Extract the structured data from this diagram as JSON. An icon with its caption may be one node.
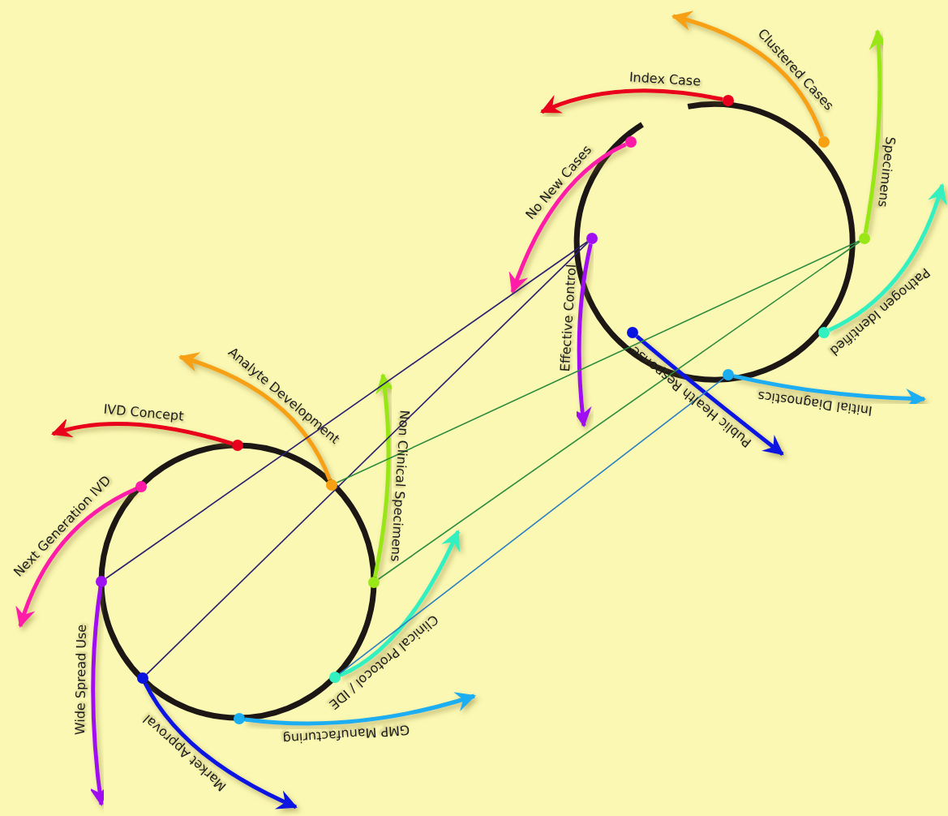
{
  "diagram": {
    "nodes": [
      {
        "text": [
          "IVD Concept"
        ]
      },
      {
        "text": [
          "Next Generation IVD"
        ]
      },
      {
        "text": [
          "Analyte Development"
        ]
      },
      {
        "text": [
          "Non Clinical Specimens"
        ]
      },
      {
        "text": [
          "Wide Spread Use"
        ]
      },
      {
        "text": [
          "Market Approval"
        ]
      },
      {
        "text": [
          "Clinical Protocol / IDE"
        ]
      },
      {
        "text": [
          "GMP Manufacturing"
        ]
      },
      {
        "text": [
          "Index Case"
        ]
      },
      {
        "text": [
          "Clustered Cases"
        ]
      },
      {
        "text": [
          "Specimens"
        ]
      },
      {
        "text": [
          "Pathogen Identified"
        ]
      },
      {
        "text": [
          "Initial Diagnostics"
        ]
      },
      {
        "text": [
          "Public Health Response"
        ]
      },
      {
        "text": [
          "Effective Control"
        ]
      },
      {
        "text": [
          "No New Cases"
        ]
      }
    ],
    "edges": [
      {
        "from": 0,
        "to": null,
        "arrow": "to",
        "color": "#e8001c"
      },
      {
        "from": 1,
        "to": null,
        "arrow": "to",
        "color": "#ff1aa8"
      },
      {
        "from": 2,
        "to": null,
        "arrow": "to",
        "color": "#f7a012"
      },
      {
        "from": 3,
        "to": null,
        "arrow": "to",
        "color": "#99e619"
      },
      {
        "from": 4,
        "to": null,
        "arrow": "to",
        "color": "#a010f0"
      },
      {
        "from": 5,
        "to": null,
        "arrow": "to",
        "color": "#0a14e0"
      },
      {
        "from": 6,
        "to": null,
        "arrow": "to",
        "color": "#33f0c0"
      },
      {
        "from": 7,
        "to": null,
        "arrow": "to",
        "color": "#1aaef0"
      },
      {
        "from": 8,
        "to": null,
        "arrow": "to",
        "color": "#e8001c"
      },
      {
        "from": 9,
        "to": null,
        "arrow": "to",
        "color": "#f7a012"
      },
      {
        "from": 10,
        "to": null,
        "arrow": "to",
        "color": "#99e619"
      },
      {
        "from": 11,
        "to": null,
        "arrow": "to",
        "color": "#33f0c0"
      },
      {
        "from": 12,
        "to": null,
        "arrow": "to",
        "color": "#1aaef0"
      },
      {
        "from": 13,
        "to": null,
        "arrow": "to",
        "color": "#0a14e0"
      },
      {
        "from": 14,
        "to": null,
        "arrow": "to",
        "color": "#a010f0"
      },
      {
        "from": 15,
        "to": null,
        "arrow": "to",
        "color": "#ff1aa8"
      },
      {
        "from": 14,
        "to": 4,
        "arrow": "none",
        "color": "#2a1f6e"
      },
      {
        "from": 14,
        "to": 5,
        "arrow": "none",
        "color": "#2a1f6e"
      },
      {
        "from": 10,
        "to": 2,
        "arrow": "none",
        "color": "#2e8b3e"
      },
      {
        "from": 10,
        "to": 3,
        "arrow": "none",
        "color": "#2e8b3e"
      },
      {
        "from": 12,
        "to": 6,
        "arrow": "none",
        "color": "#2a7fc0"
      }
    ]
  }
}
